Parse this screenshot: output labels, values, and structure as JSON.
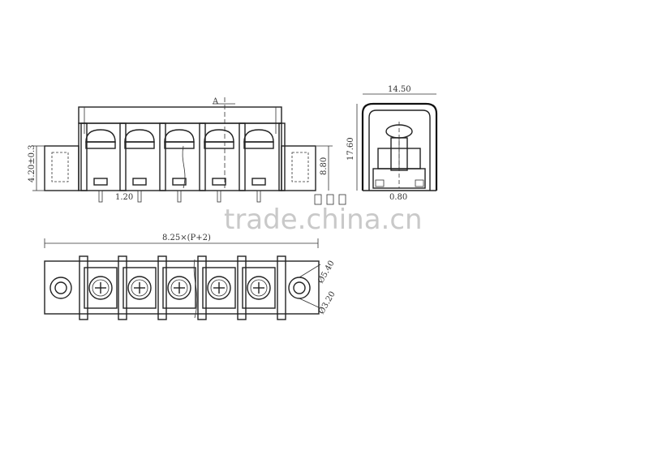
{
  "dimensions": {
    "section_marker": "A",
    "height_left": "4.20±0.3",
    "pin_width": "1.20",
    "height_right": "8.80",
    "total_length": "8.25×(P+2)",
    "side_width": "14.50",
    "side_height": "17.60",
    "side_pin": "0.80",
    "hole_outer": "Ø5.40",
    "hole_inner": "Ø3.20"
  },
  "watermark": "trade.china.cn"
}
